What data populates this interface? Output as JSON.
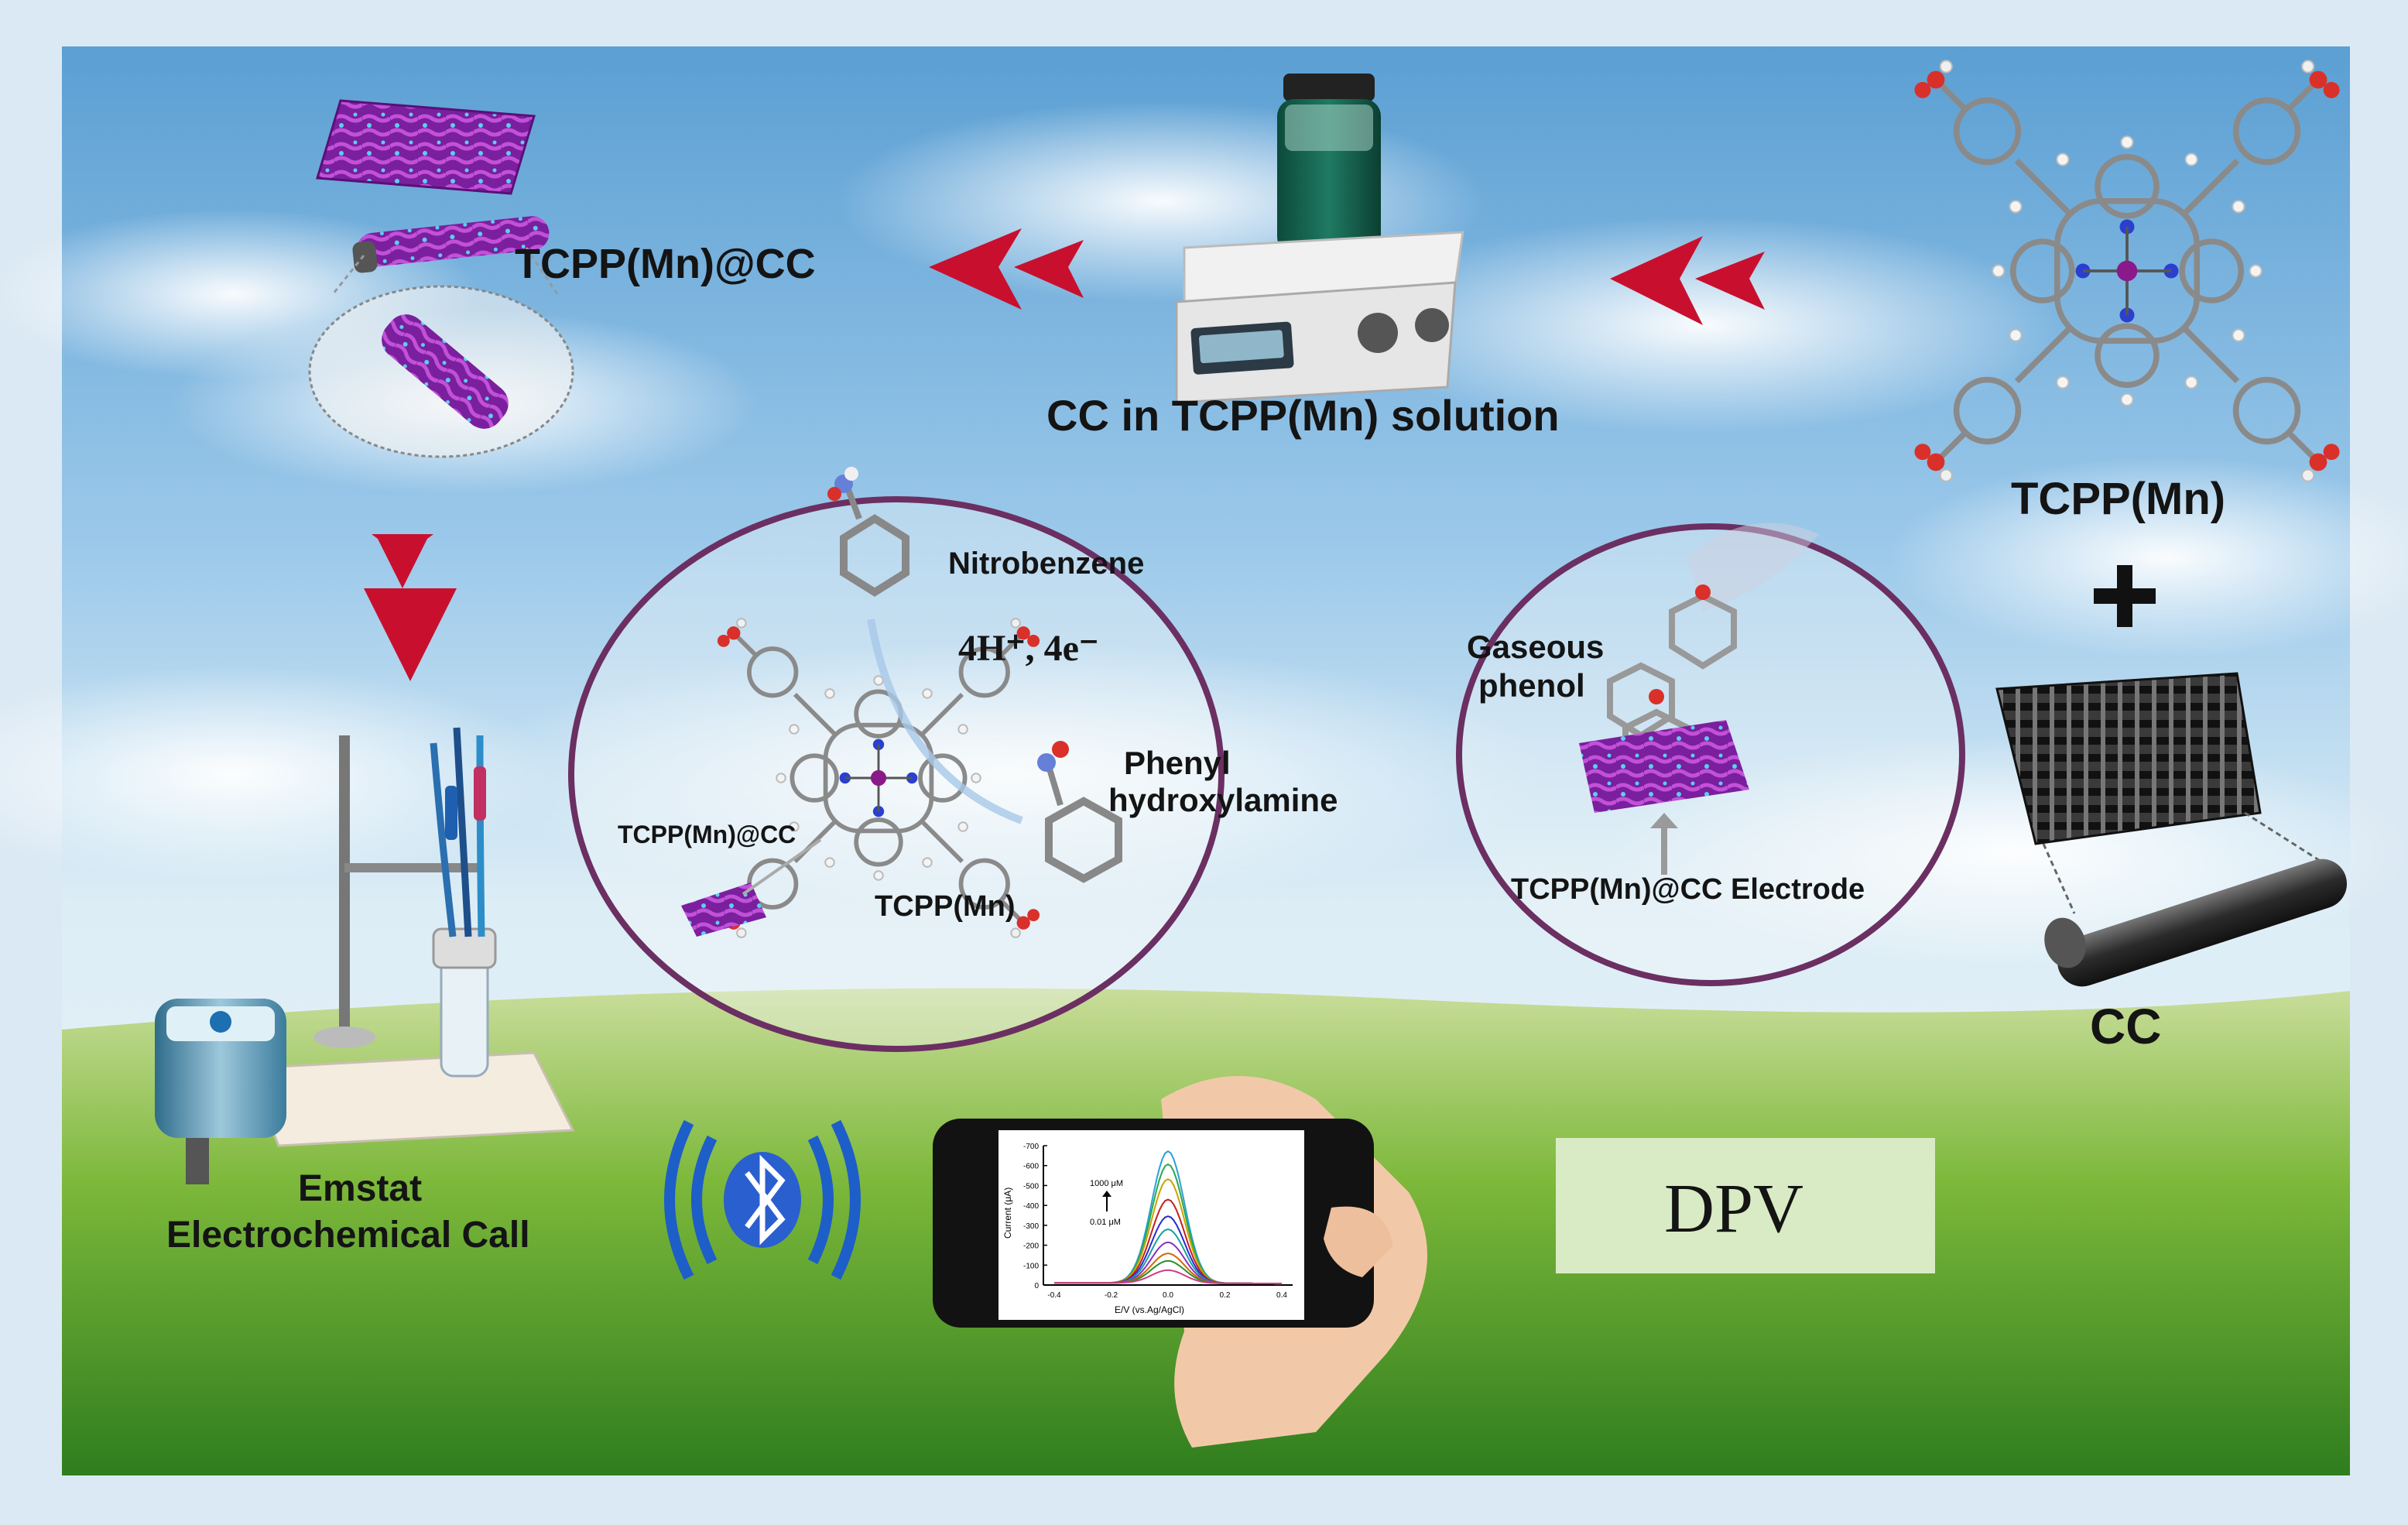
{
  "labels": {
    "tcpp_mn_cc": "TCPP(Mn)@CC",
    "cc_solution": "CC in TCPP(Mn) solution",
    "tcpp_mn_right": "TCPP(Mn)",
    "plus": "+",
    "cc": "CC",
    "nitrobenzene": "Nitrobenzene",
    "reaction": "4H⁺, 4e⁻",
    "phenyl_line1": "Phenyl",
    "phenyl_line2": "hydroxylamine",
    "tcpp_mn_cc_small": "TCPP(Mn)@CC",
    "tcpp_mn_small": "TCPP(Mn)",
    "gaseous_line1": "Gaseous",
    "gaseous_line2": "phenol",
    "electrode": "TCPP(Mn)@CC Electrode",
    "emstat_line1": "Emstat",
    "emstat_line2": "Electrochemical Call",
    "dpv": "DPV"
  },
  "phone_chart": {
    "ylabel": "Current (μA)",
    "xlabel": "E/V  (vs.Ag/AgCl)",
    "annotation_top": "1000 μM",
    "annotation_bottom": "0.01 μM",
    "yticks": [
      "-700",
      "-600",
      "-500",
      "-400",
      "-300",
      "-200",
      "-100",
      "0"
    ],
    "xticks": [
      "-0.4",
      "-0.2",
      "0.0",
      "0.2",
      "0.4"
    ],
    "peak_heights": [
      710,
      640,
      560,
      450,
      360,
      290,
      220,
      160,
      120,
      70
    ],
    "curve_colors": [
      "#2a9fd8",
      "#2aa84a",
      "#c9a400",
      "#c02020",
      "#2a2ad0",
      "#18a0a0",
      "#8a30c0",
      "#d06a00",
      "#2a8f2a",
      "#d03a8a"
    ]
  },
  "colors": {
    "arrow": "#c8102e",
    "ellipse": "#6b2f62",
    "fabric": "#8e2bb0",
    "dpv_box": "#d9ebc4",
    "frame": "#c8dcea"
  }
}
